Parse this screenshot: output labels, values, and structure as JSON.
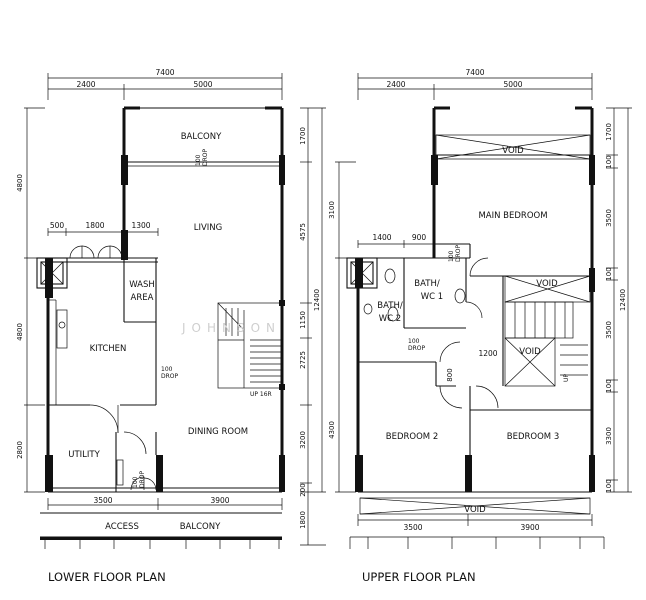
{
  "lower": {
    "title": "LOWER FLOOR PLAN",
    "top_dims": {
      "total": "7400",
      "left": "2400",
      "right": "5000"
    },
    "left_dims": [
      "4800",
      "4800",
      "2800"
    ],
    "right_dims": [
      "1700",
      "4575",
      "1150",
      "2725",
      "3200",
      "200"
    ],
    "right_total": "12400",
    "bottom_dims": {
      "left": "3500",
      "right": "3900"
    },
    "bottom_right_dim": "1800",
    "rooms": {
      "balcony": "BALCONY",
      "living": "LIVING",
      "wash": "WASH",
      "area": "AREA",
      "kitchen": "KITCHEN",
      "dining": "DINING ROOM",
      "utility": "UTILITY",
      "access": "ACCESS",
      "balcony_bottom": "BALCONY"
    },
    "kitchen_dims": [
      "500",
      "1800",
      "1300"
    ],
    "drop_num": "100",
    "drop_word": "DROP",
    "stair_label": "UP 16R"
  },
  "upper": {
    "title": "UPPER FLOOR PLAN",
    "top_dims": {
      "total": "7400",
      "left": "2400",
      "right": "5000"
    },
    "left_dims": [
      "3100",
      "4300"
    ],
    "right_dims": [
      "1700",
      "100",
      "3500",
      "100",
      "3500",
      "100",
      "3300",
      "100"
    ],
    "right_total": "12400",
    "bottom_dims": {
      "left": "3500",
      "right": "3900"
    },
    "rooms": {
      "void_top": "VOID",
      "main_bedroom": "MAIN BEDROOM",
      "bath1_a": "BATH/",
      "bath1_b": "WC 1",
      "bath2_a": "BATH/",
      "bath2_b": "WC 2",
      "void_mid": "VOID",
      "void_stair": "VOID",
      "bedroom2": "BEDROOM 2",
      "bedroom3": "BEDROOM 3",
      "void_bottom": "VOID"
    },
    "bath_dims": [
      "1400",
      "900"
    ],
    "dims_misc": [
      "1200",
      "800"
    ],
    "drop_num": "100",
    "drop_word": "DROP",
    "stair_label": "UP"
  },
  "watermark": "JOHNSON"
}
